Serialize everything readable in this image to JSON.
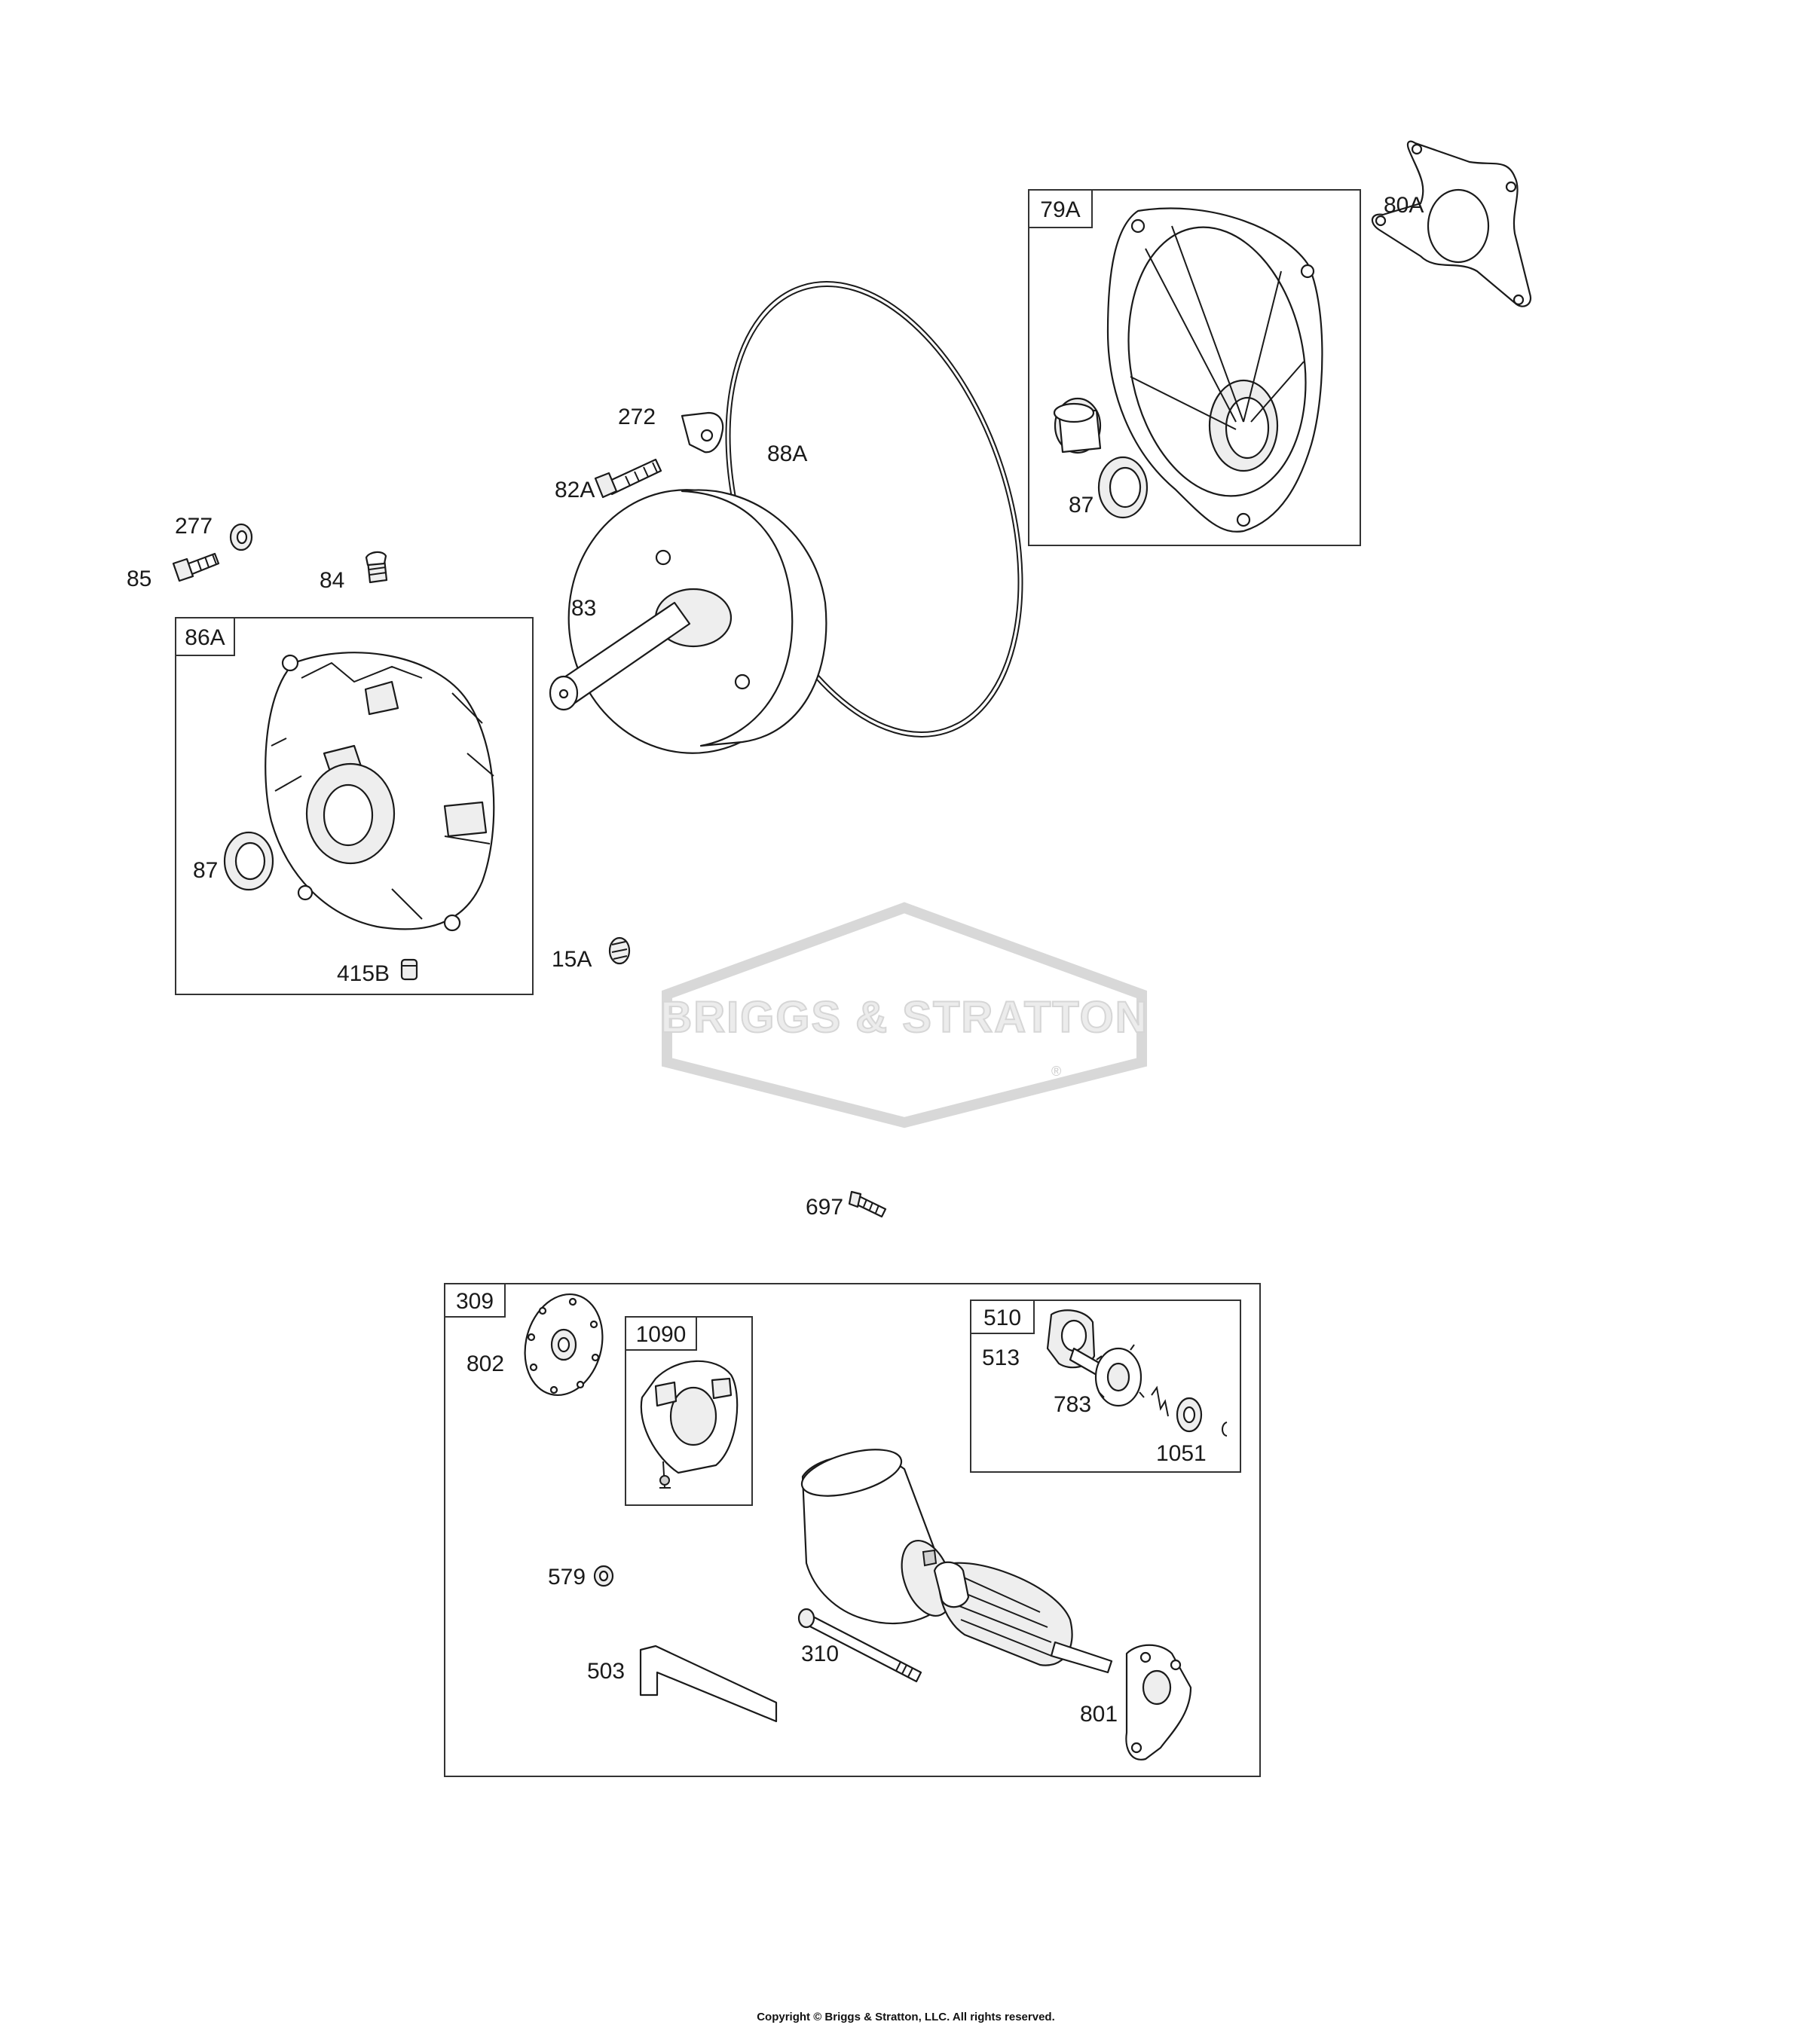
{
  "watermark": {
    "brand": "BRIGGS & STRATTON",
    "mark": "®"
  },
  "copyright": "Copyright © Briggs & Stratton, LLC. All rights reserved.",
  "boxes": {
    "box_86A": "86A",
    "box_79A": "79A",
    "box_309": "309",
    "box_1090": "1090",
    "box_510": "510"
  },
  "callouts": {
    "c272": "272",
    "c88A": "88A",
    "c82A": "82A",
    "c80A": "80A",
    "c87_top": "87",
    "c277": "277",
    "c85": "85",
    "c84": "84",
    "c83": "83",
    "c87_left": "87",
    "c15A": "15A",
    "c415B": "415B",
    "c697": "697",
    "c802": "802",
    "c513": "513",
    "c783": "783",
    "c1051": "1051",
    "c579": "579",
    "c310": "310",
    "c503": "503",
    "c801": "801"
  }
}
